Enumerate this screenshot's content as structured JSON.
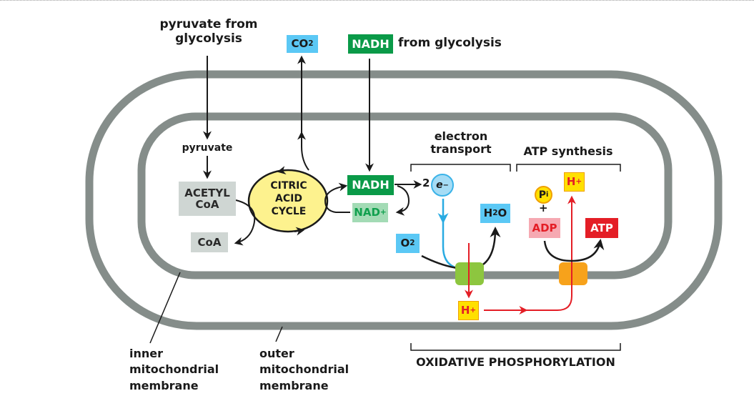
{
  "labels": {
    "pyruvate_from_glycolysis_line1": "pyruvate from",
    "pyruvate_from_glycolysis_line2": "glycolysis",
    "nadh_from_glycolysis_suffix": "from glycolysis",
    "pyruvate": "pyruvate",
    "electron_transport_line1": "electron",
    "electron_transport_line2": "transport",
    "atp_synthesis": "ATP synthesis",
    "two": "2",
    "plus": "+",
    "inner_membrane_line1": "inner",
    "inner_membrane_line2": "mitochondrial",
    "inner_membrane_line3": "membrane",
    "outer_membrane_line1": "outer",
    "outer_membrane_line2": "mitochondrial",
    "outer_membrane_line3": "membrane",
    "oxidative_phosphorylation": "OXIDATIVE PHOSPHORYLATION"
  },
  "molecules": {
    "co2_base": "CO",
    "co2_sub": "2",
    "nadh_outside": "NADH",
    "nadh_inside": "NADH",
    "nad_base": "NAD",
    "nad_sup": "+",
    "acetyl_coa_line1": "ACETYL",
    "acetyl_coa_line2": "CoA",
    "coa": "CoA",
    "citric_line1": "CITRIC",
    "citric_line2": "ACID",
    "citric_line3": "CYCLE",
    "electron_base": "e",
    "electron_sup": "−",
    "h2o_h": "H",
    "h2o_sub": "2",
    "h2o_o": "O",
    "o2_base": "O",
    "o2_sub": "2",
    "h_plus_base": "H",
    "h_plus_sup": "+",
    "pi_base": "P",
    "pi_sub": "i",
    "adp": "ADP",
    "atp": "ATP"
  },
  "colors": {
    "membrane": "#858d8a",
    "citric_cycle_fill": "#fdf28e",
    "nadh_green": "#0a9a48",
    "electron_blue": "#29abe2",
    "proton_red": "#e41e26",
    "complex_green": "#8dc63f",
    "atp_synthase_orange": "#f7a21b"
  }
}
